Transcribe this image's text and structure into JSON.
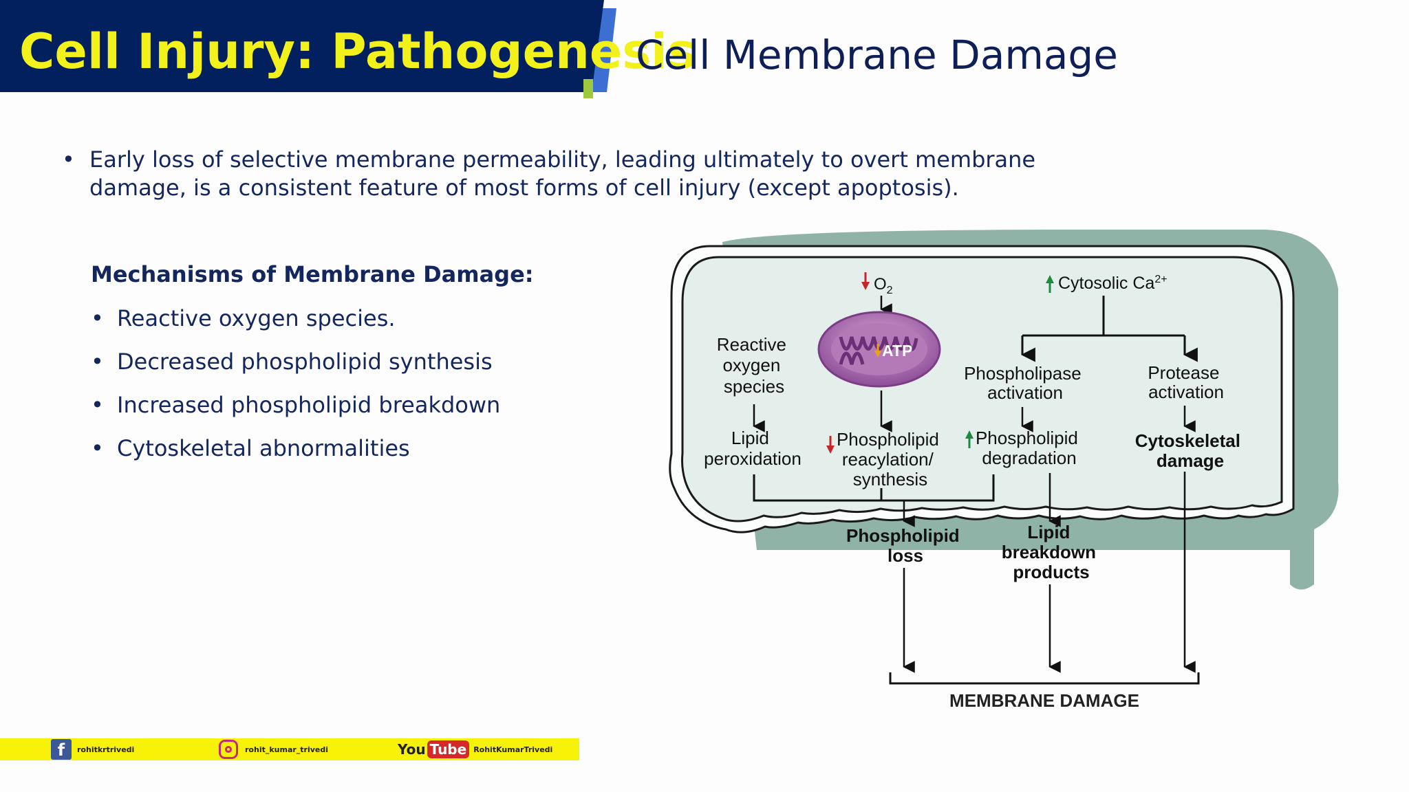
{
  "header": {
    "title": "Cell Injury: Pathogenesis",
    "subtitle": "Cell Membrane Damage"
  },
  "intro": {
    "bullet": "•",
    "line1": "Early loss of selective membrane permeability, leading ultimately to overt membrane",
    "line2": "damage, is a consistent feature of most forms of cell injury (except apoptosis)."
  },
  "mechanisms": {
    "heading": "Mechanisms of Membrane Damage:",
    "items": [
      "Reactive oxygen species.",
      "Decreased phospholipid synthesis",
      "Increased phospholipid breakdown",
      "Cytoskeletal abnormalities"
    ]
  },
  "diagram": {
    "o2": "O",
    "o2_sub": "2",
    "atp": "ATP",
    "cytosolic_ca": "Cytosolic Ca",
    "ca_sup": "2+",
    "ros": [
      "Reactive",
      "oxygen",
      "species"
    ],
    "lipid_perox": [
      "Lipid",
      "peroxidation"
    ],
    "pl_synthesis": [
      "Phospholipid",
      "reacylation/",
      "synthesis"
    ],
    "pl_activation": [
      "Phospholipase",
      "activation"
    ],
    "pl_degradation": [
      "Phospholipid",
      "degradation"
    ],
    "protease": [
      "Protease",
      "activation"
    ],
    "cyto_damage": [
      "Cytoskeletal",
      "damage"
    ],
    "pl_loss": [
      "Phospholipid",
      "loss"
    ],
    "lipid_breakdown": [
      "Lipid",
      "breakdown",
      "products"
    ],
    "membrane_damage": "MEMBRANE DAMAGE"
  },
  "footer": {
    "facebook": "rohitkrtrivedi",
    "instagram": "rohit_kumar_trivedi",
    "youtube_you": "You",
    "youtube_tube": "Tube",
    "youtube": "RohitKumarTrivedi"
  },
  "colors": {
    "banner": "#02205e",
    "banner_accent": "#3c6fd1",
    "title_yellow": "#f3f11c",
    "down_arrow_red": "#c8252b",
    "up_arrow_green": "#1d8a3e",
    "cell_fill": "#e4efec",
    "cell_shadow": "#8fb3a7"
  }
}
